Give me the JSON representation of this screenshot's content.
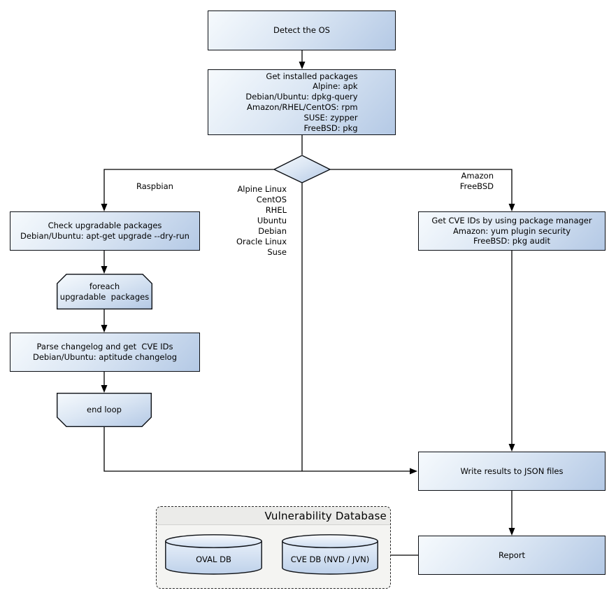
{
  "nodes": {
    "detect_os": "Detect the OS",
    "get_installed_packages": "Get installed packages\nAlpine: apk\nDebian/Ubuntu: dpkg-query\nAmazon/RHEL/CentOS: rpm\nSUSE: zypper\nFreeBSD: pkg",
    "check_upgradable": "Check upgradable packages\nDebian/Ubuntu: apt-get upgrade --dry-run",
    "foreach_loop": "foreach\nupgradable  packages",
    "parse_changelog": "Parse changelog and get  CVE IDs\nDebian/Ubuntu: aptitude changelog",
    "end_loop": "end loop",
    "get_cve_ids_pkg_manager": "Get CVE IDs by using package manager\nAmazon: yum plugin security\nFreeBSD: pkg audit",
    "write_results": "Write results to JSON files",
    "report": "Report"
  },
  "edge_labels": {
    "raspbian": "Raspbian",
    "os_list": "Alpine Linux\nCentOS\nRHEL\nUbuntu\nDebian\nOracle Linux\nSuse",
    "amazon_freebsd": "Amazon\nFreeBSD"
  },
  "database": {
    "title": "Vulnerability Database",
    "cylinders": [
      "OVAL DB",
      "CVE DB (NVD / JVN)"
    ]
  },
  "colors": {
    "node_gradient_start": "#f6fafd",
    "node_gradient_end": "#b4c9e5",
    "node_border": "#0c0f14",
    "connector": "#000000",
    "db_container_bg": "#f4f4f2",
    "db_header_bg": "#ebebe9"
  }
}
